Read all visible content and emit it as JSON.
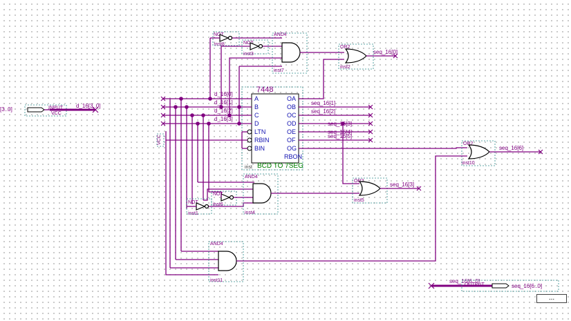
{
  "input_pin": {
    "name": "[3..0]",
    "type": "INPUT",
    "supply": "VCC",
    "bus": "d_16[3..0]"
  },
  "decoder": {
    "title": "7448",
    "inst": "inst",
    "subtitle": "BCD TO 7SEG",
    "inputs": [
      "A",
      "B",
      "C",
      "D",
      "LTN",
      "RBIN",
      "BIN"
    ],
    "outputs": [
      "OA",
      "OB",
      "OC",
      "OD",
      "OE",
      "OF",
      "OG",
      "RBON"
    ]
  },
  "d_labels": [
    "d_16[0]",
    "d_16[1]",
    "d_16[2]",
    "d_16[3]"
  ],
  "vcc_label": "VCC",
  "seg_labels": [
    "seq_16[1]",
    "seq_16[2]",
    "seq_16[3]",
    "seq_16[4]",
    "seq_16[5]"
  ],
  "gates": {
    "and_top": {
      "type": "AND4",
      "inst": "inst7"
    },
    "and_mid": {
      "type": "AND4",
      "inst": "inst4"
    },
    "and_bot": {
      "type": "AND4",
      "inst": "inst11"
    },
    "or_top": {
      "type": "OR2",
      "inst": "inst2",
      "out": "seq_16[0]"
    },
    "or_mid": {
      "type": "OR2",
      "inst": "inst5",
      "out": "seq_16[3]"
    },
    "or_right": {
      "type": "OR2",
      "inst": "inst10",
      "out": "seq_16[6]"
    },
    "not_1": {
      "type": "NOT",
      "inst": "inst1"
    },
    "not_2": {
      "type": "NOT",
      "inst": "inst3"
    },
    "not_3": {
      "type": "NOT",
      "inst": "inst6"
    },
    "not_4": {
      "type": "NOT",
      "inst": "inst8"
    }
  },
  "output_pin": {
    "bus": "seq_16[6..0]",
    "type": "OUTPUT",
    "name": "seq_16[6..0]"
  },
  "more_button": "..."
}
